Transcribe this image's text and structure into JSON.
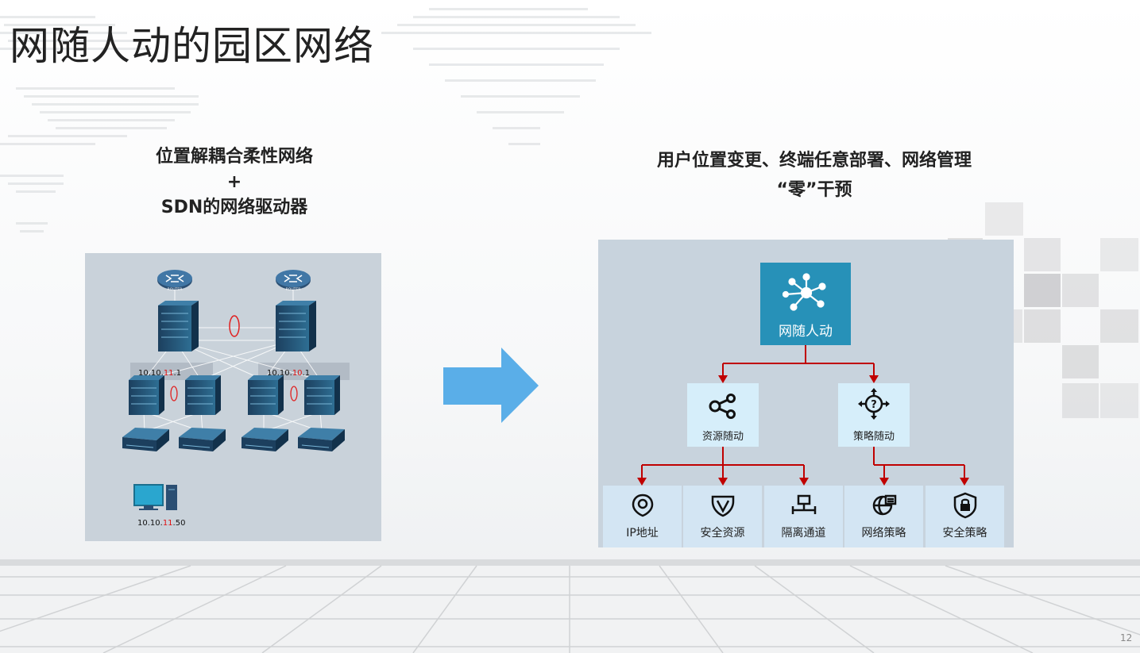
{
  "slide": {
    "title": "网随人动的园区网络",
    "page_number": "12"
  },
  "left": {
    "heading_line1": "位置解耦合柔性网络",
    "heading_line2": "+",
    "heading_line3": "SDN的网络驱动器",
    "ip1_prefix": "10.10.",
    "ip1_hl": "11",
    "ip1_suffix": ".1",
    "ip2_prefix": "10.10.",
    "ip2_hl": "10",
    "ip2_suffix": ".1",
    "ip3_prefix": "10.10.",
    "ip3_hl": "11",
    "ip3_suffix": ".50",
    "router_label_1": "ROUTER",
    "router_label_2": "ROUTER"
  },
  "right": {
    "heading_line1": "用户位置变更、终端任意部署、网络管理",
    "heading_line2": "“零”干预",
    "top_node": {
      "label": "网随人动",
      "icon": "network-hub-icon"
    },
    "mid_nodes": [
      {
        "label": "资源随动",
        "icon": "share-nodes-icon"
      },
      {
        "label": "策略随动",
        "icon": "policy-gear-icon"
      }
    ],
    "leaves": [
      {
        "label": "IP地址",
        "icon": "location-pin-icon"
      },
      {
        "label": "安全资源",
        "icon": "shield-icon"
      },
      {
        "label": "隔离通道",
        "icon": "isolation-channel-icon"
      },
      {
        "label": "网络策略",
        "icon": "network-policy-icon"
      },
      {
        "label": "安全策略",
        "icon": "padlock-icon"
      }
    ]
  },
  "colors": {
    "top_node": "#2791b8",
    "connector": "#c00000",
    "arrow": "#5aaee8",
    "ip_highlight": "#e01010"
  }
}
